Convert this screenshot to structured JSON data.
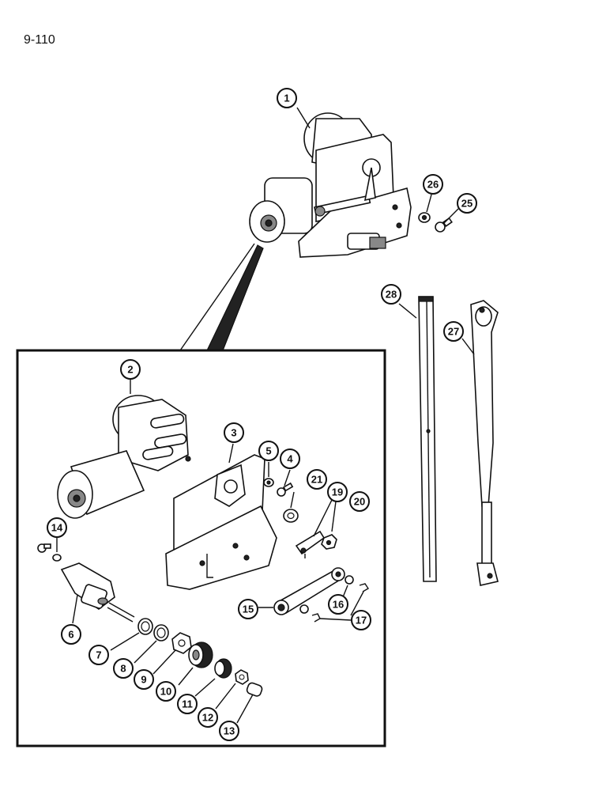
{
  "page": {
    "number": "9-110"
  },
  "callouts": [
    {
      "id": "1",
      "label": "1"
    },
    {
      "id": "2",
      "label": "2"
    },
    {
      "id": "3",
      "label": "3"
    },
    {
      "id": "4",
      "label": "4"
    },
    {
      "id": "5",
      "label": "5"
    },
    {
      "id": "6",
      "label": "6"
    },
    {
      "id": "7",
      "label": "7"
    },
    {
      "id": "8",
      "label": "8"
    },
    {
      "id": "9",
      "label": "9"
    },
    {
      "id": "10",
      "label": "10"
    },
    {
      "id": "11",
      "label": "11"
    },
    {
      "id": "12",
      "label": "12"
    },
    {
      "id": "13",
      "label": "13"
    },
    {
      "id": "14",
      "label": "14"
    },
    {
      "id": "15",
      "label": "15"
    },
    {
      "id": "16",
      "label": "16"
    },
    {
      "id": "17",
      "label": "17"
    },
    {
      "id": "19",
      "label": "19"
    },
    {
      "id": "20",
      "label": "20"
    },
    {
      "id": "21",
      "label": "21"
    },
    {
      "id": "25",
      "label": "25"
    },
    {
      "id": "26",
      "label": "26"
    },
    {
      "id": "27",
      "label": "27"
    },
    {
      "id": "28",
      "label": "28"
    }
  ]
}
